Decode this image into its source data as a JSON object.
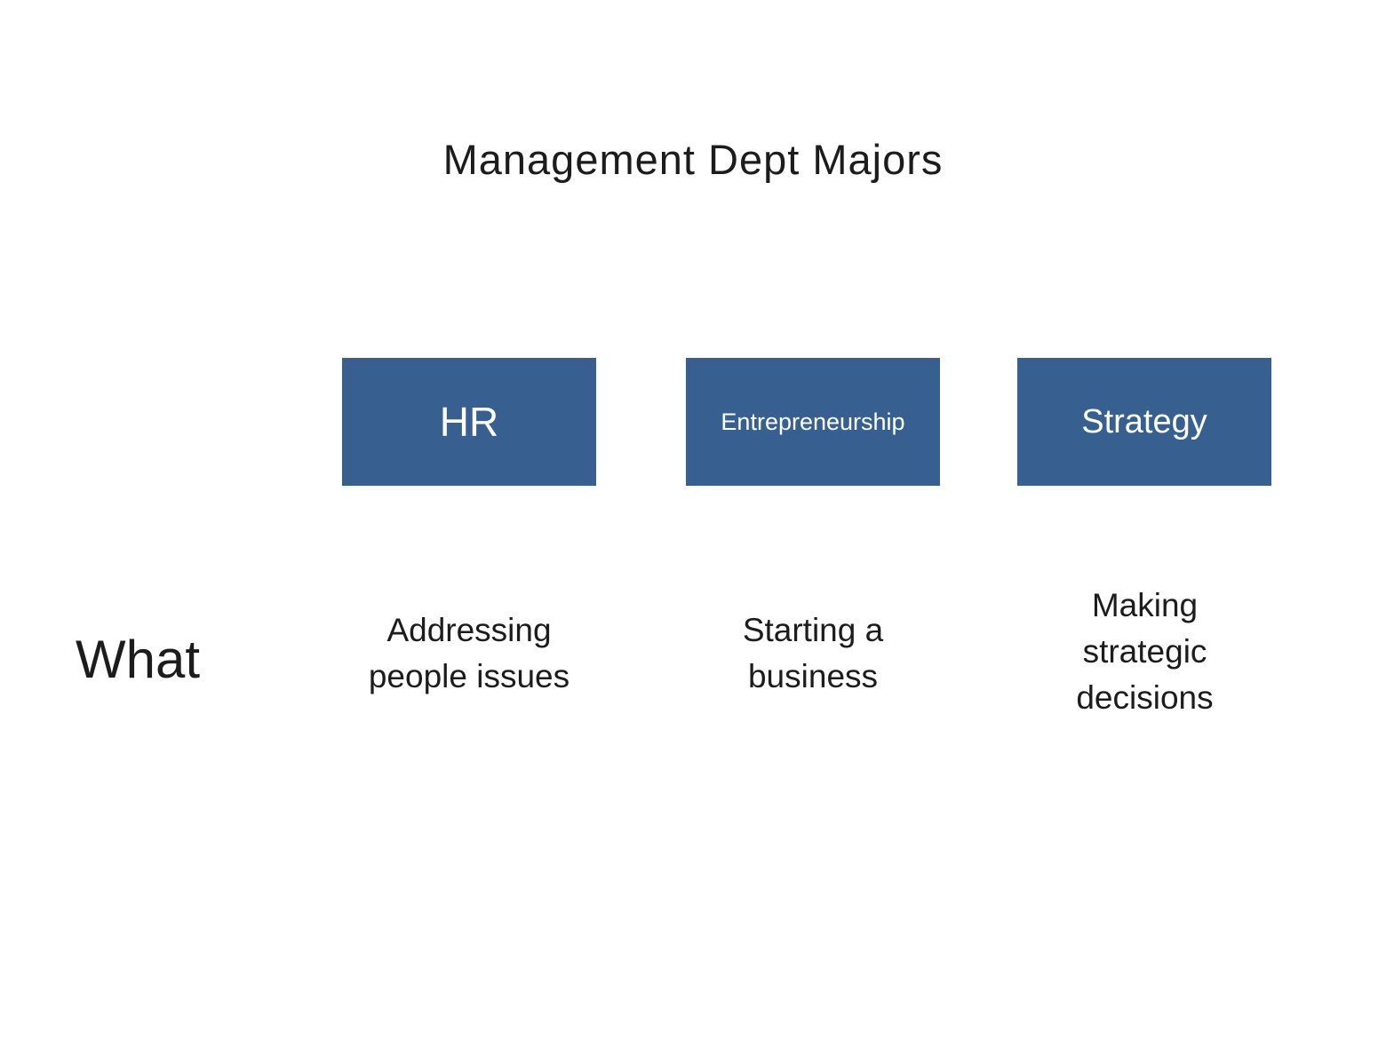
{
  "slide": {
    "title": "Management Dept Majors",
    "row_label": "What",
    "columns": [
      {
        "id": "hr",
        "header": "HR",
        "what": "Addressing people issues"
      },
      {
        "id": "entrepreneurship",
        "header": "Entrepreneurship",
        "what": "Starting a business"
      },
      {
        "id": "strategy",
        "header": "Strategy",
        "what": "Making strategic decisions"
      }
    ],
    "colors": {
      "box_fill": "#376091",
      "box_text": "#FFFFFF",
      "body_text": "#1C1C1C",
      "background": "#FFFFFF"
    }
  }
}
